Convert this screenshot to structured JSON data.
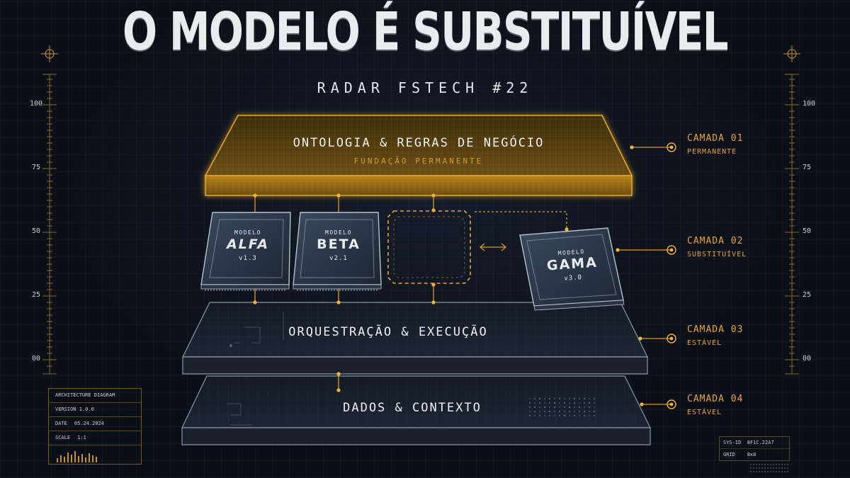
{
  "header": {
    "title": "O MODELO É SUBSTITUÍVEL",
    "subtitle": "RADAR FSTECH #22"
  },
  "layers": {
    "top": {
      "title": "ONTOLOGIA & REGRAS DE NEGÓCIO",
      "subtitle": "FUNDAÇÃO PERMANENTE"
    },
    "middle": {
      "title": "ORQUESTRAÇÃO & EXECUÇÃO"
    },
    "bottom": {
      "title": "DADOS & CONTEXTO"
    }
  },
  "chips": [
    {
      "label": "MODELO",
      "name": "ALFA",
      "version": "v1.3"
    },
    {
      "label": "MODELO",
      "name": "BETA",
      "version": "v2.1"
    },
    {
      "label": "MODELO",
      "name": "GAMA",
      "version": "v3.0"
    }
  ],
  "side_labels": [
    {
      "camada": "CAMADA 01",
      "status": "PERMANENTE"
    },
    {
      "camada": "CAMADA 02",
      "status": "SUBSTITUÍVEL"
    },
    {
      "camada": "CAMADA 03",
      "status": "ESTÁVEL"
    },
    {
      "camada": "CAMADA 04",
      "status": "ESTÁVEL"
    }
  ],
  "ruler": {
    "ticks": [
      "100",
      "75",
      "50",
      "25",
      "00"
    ]
  },
  "info_panel": {
    "title": "ARCHITECTURE DIAGRAM",
    "version": "VERSION 1.0.0",
    "date_label": "DATE",
    "date_value": "05.24.2024",
    "scale_label": "SCALE",
    "scale_value": "1:1"
  },
  "sys_panel": {
    "sysid_label": "SYS-ID",
    "sysid_value": "8F1C.22A7",
    "grid_label": "GRID",
    "grid_value": "8x8"
  },
  "colors": {
    "accent": "#e8a43a",
    "top_layer": "#c9911c",
    "slab": "#8a97a8",
    "background": "#0b0f17"
  }
}
